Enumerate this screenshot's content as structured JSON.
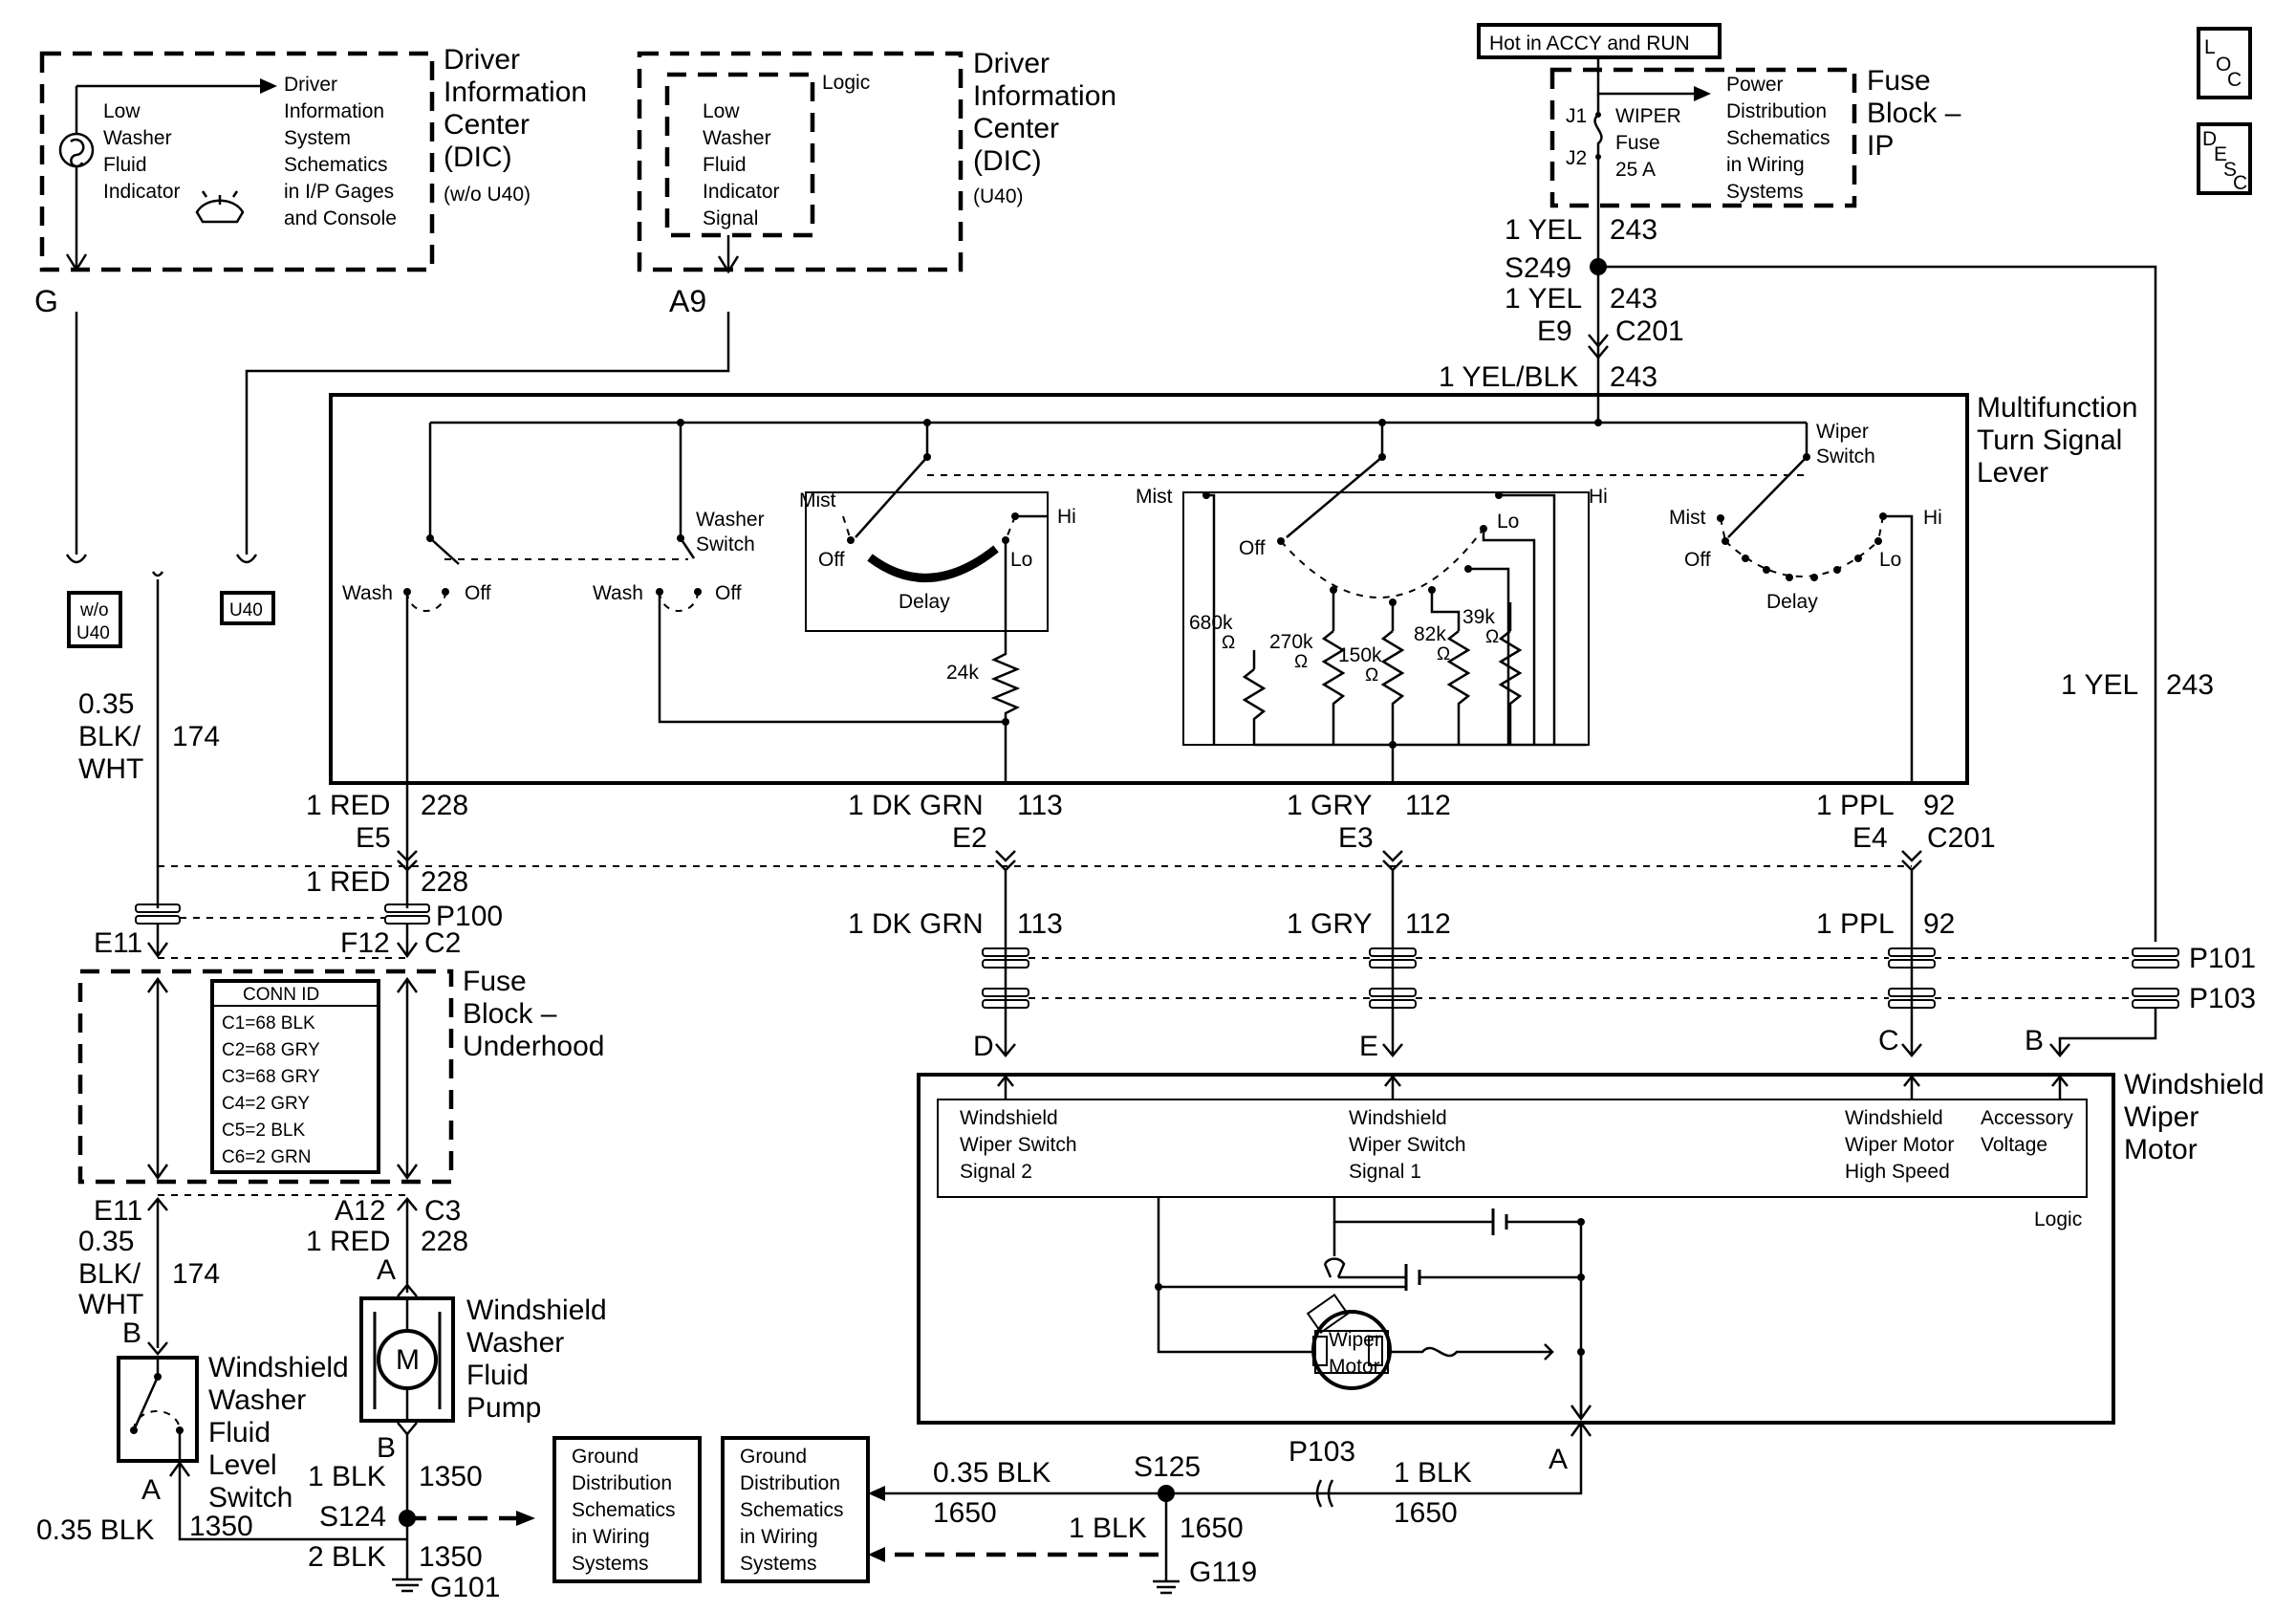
{
  "modules": {
    "dic_wo_u40": {
      "title": [
        "Driver",
        "Information",
        "Center",
        "(DIC)"
      ],
      "option": "(w/o U40)",
      "indicator": [
        "Low",
        "Washer",
        "Fluid",
        "Indicator"
      ],
      "ref": [
        "Driver",
        "Information",
        "System",
        "Schematics",
        "in I/P Gages",
        "and Console"
      ],
      "pin": "G"
    },
    "dic_u40": {
      "title": [
        "Driver",
        "Information",
        "Center",
        "(DIC)"
      ],
      "option": "(U40)",
      "logic": "Logic",
      "signal": [
        "Low",
        "Washer",
        "Fluid",
        "Indicator",
        "Signal"
      ],
      "pin": "A9"
    },
    "fuse_block_ip": {
      "label": "Hot in ACCY and RUN",
      "title": [
        "Fuse",
        "Block –",
        "IP"
      ],
      "terminals": [
        "J1",
        "J2"
      ],
      "fuse": [
        "WIPER",
        "Fuse",
        "25 A"
      ],
      "ref": [
        "Power",
        "Distribution",
        "Schematics",
        "in Wiring",
        "Systems"
      ]
    },
    "multifunction": {
      "title": [
        "Multifunction",
        "Turn Signal",
        "Lever"
      ],
      "washer_switch": [
        "Washer",
        "Switch"
      ],
      "wiper_switch": [
        "Wiper",
        "Switch"
      ],
      "wash": "Wash",
      "off": "Off",
      "mist": "Mist",
      "hi": "Hi",
      "lo": "Lo",
      "delay": "Delay",
      "ohm": "Ω",
      "resistors": [
        "24k",
        "680k",
        "270k",
        "150k",
        "82k",
        "39k"
      ]
    },
    "fuse_block_underhood": {
      "title": [
        "Fuse",
        "Block –",
        "Underhood"
      ],
      "conn_id_title": "CONN ID",
      "conn_ids": [
        "C1=68 BLK",
        "C2=68 GRY",
        "C3=68 GRY",
        "C4=2 GRY",
        "C5=2 BLK",
        "C6=2 GRN"
      ]
    },
    "wiper_motor": {
      "title": [
        "Windshield",
        "Wiper",
        "Motor"
      ],
      "signal2": [
        "Windshield",
        "Wiper Switch",
        "Signal 2"
      ],
      "signal1": [
        "Windshield",
        "Wiper Switch",
        "Signal 1"
      ],
      "high_speed": [
        "Windshield",
        "Wiper Motor",
        "High Speed"
      ],
      "accessory": [
        "Accessory",
        "Voltage"
      ],
      "logic": "Logic",
      "motor": [
        "Wiper",
        "Motor"
      ],
      "pins": [
        "D",
        "E",
        "C",
        "B",
        "A"
      ]
    },
    "washer_pump": {
      "title": [
        "Windshield",
        "Washer",
        "Fluid",
        "Pump"
      ],
      "motor": "M",
      "pins": [
        "A",
        "B"
      ]
    },
    "level_switch": {
      "title": [
        "Windshield",
        "Washer",
        "Fluid",
        "Level",
        "Switch"
      ],
      "pins": [
        "B",
        "A"
      ]
    },
    "ground_ref": [
      "Ground",
      "Distribution",
      "Schematics",
      "in Wiring",
      "Systems"
    ]
  },
  "option_tags": [
    "w/o",
    "U40",
    "U40"
  ],
  "wires": {
    "ign_1": [
      "1 YEL",
      "243"
    ],
    "ign_2": [
      "1 YEL",
      "243"
    ],
    "ign_3": [
      "1 YEL/BLK",
      "243"
    ],
    "ign_4": [
      "1 YEL",
      "243"
    ],
    "wash_sig": [
      "0.35",
      "BLK/",
      "WHT",
      "174"
    ],
    "red_1": [
      "1 RED",
      "228"
    ],
    "red_2": [
      "1 RED",
      "228"
    ],
    "red_3": [
      "1 RED",
      "228"
    ],
    "dkgrn_1": [
      "1 DK GRN",
      "113"
    ],
    "dkgrn_2": [
      "1 DK GRN",
      "113"
    ],
    "gry_1": [
      "1 GRY",
      "112"
    ],
    "gry_2": [
      "1 GRY",
      "112"
    ],
    "ppl_1": [
      "1 PPL",
      "92"
    ],
    "ppl_2": [
      "1 PPL",
      "92"
    ],
    "lvl_sig": [
      "0.35",
      "BLK/",
      "WHT",
      "174"
    ],
    "gnd_1": [
      "1 BLK",
      "1350"
    ],
    "gnd_2": [
      "0.35 BLK",
      "1350"
    ],
    "gnd_3": [
      "2 BLK",
      "1350"
    ],
    "gnd_4": [
      "0.35 BLK",
      "1650"
    ],
    "gnd_5": [
      "1 BLK",
      "1650"
    ],
    "gnd_6": [
      "1 BLK",
      "1650"
    ]
  },
  "connectors": {
    "s249": "S249",
    "e9": "E9",
    "c201": "C201",
    "c201b": "C201",
    "e5": "E5",
    "e2": "E2",
    "e3": "E3",
    "e4": "E4",
    "p100": "P100",
    "e11": "E11",
    "f12": "F12",
    "c2": "C2",
    "e11b": "E11",
    "a12": "A12",
    "c3": "C3",
    "p101": "P101",
    "p103": "P103",
    "p103b": "P103",
    "s124": "S124",
    "g101": "G101",
    "s125": "S125",
    "g119": "G119"
  },
  "nav": {
    "loc": [
      "L",
      "O",
      "C"
    ],
    "desc": [
      "D",
      "E",
      "S",
      "C"
    ]
  }
}
